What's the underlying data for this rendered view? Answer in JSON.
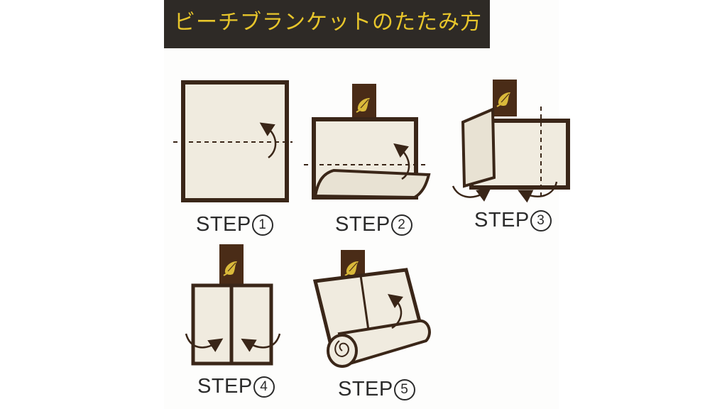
{
  "title": "ビーチブランケットのたたみ方",
  "steps": [
    {
      "word": "STEP",
      "num": "1"
    },
    {
      "word": "STEP",
      "num": "2"
    },
    {
      "word": "STEP",
      "num": "3"
    },
    {
      "word": "STEP",
      "num": "4"
    },
    {
      "word": "STEP",
      "num": "5"
    }
  ],
  "colors": {
    "banner_bg": "#2e2a26",
    "title_text": "#e7c52b",
    "blanket_fill": "#f0ebdf",
    "outline": "#3a2618",
    "tag": "#4a2c17",
    "shell": "#d9b93a"
  }
}
